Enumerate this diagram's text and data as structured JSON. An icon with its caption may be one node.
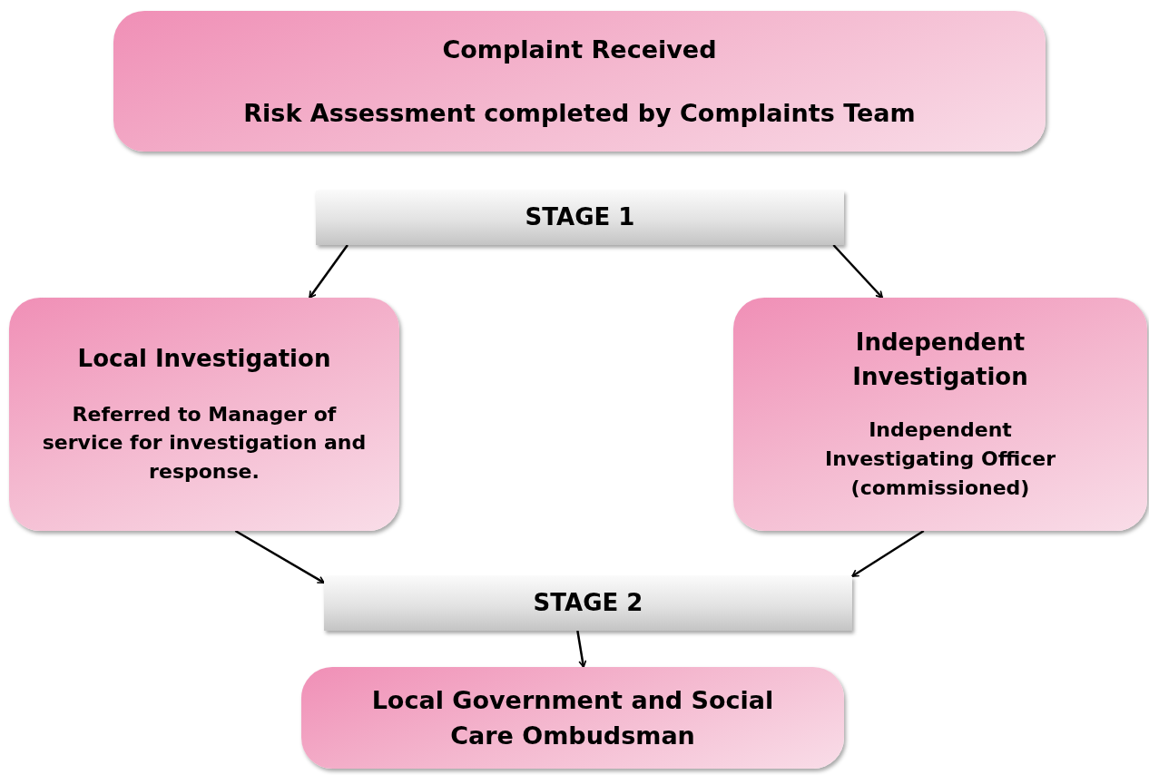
{
  "diagram": {
    "nodes": [
      {
        "text": [
          "Complaint Received",
          "Risk Assessment completed by Complaints Team"
        ]
      },
      {
        "text": [
          "STAGE 1"
        ]
      },
      {
        "text": [
          "Local Investigation",
          "Referred to Manager of service for investigation and response."
        ]
      },
      {
        "text": [
          "Independent Investigation",
          "Independent Investigating Officer (commissioned)"
        ]
      },
      {
        "text": [
          "STAGE 2"
        ]
      },
      {
        "text": [
          "Local Government and Social Care Ombudsman"
        ]
      }
    ],
    "edges": [
      {
        "from": 1,
        "to": 2,
        "arrow": "to"
      },
      {
        "from": 1,
        "to": 3,
        "arrow": "to"
      },
      {
        "from": 2,
        "to": 4,
        "arrow": "to"
      },
      {
        "from": 3,
        "to": 4,
        "arrow": "to"
      },
      {
        "from": 4,
        "to": 5,
        "arrow": "to"
      }
    ]
  }
}
